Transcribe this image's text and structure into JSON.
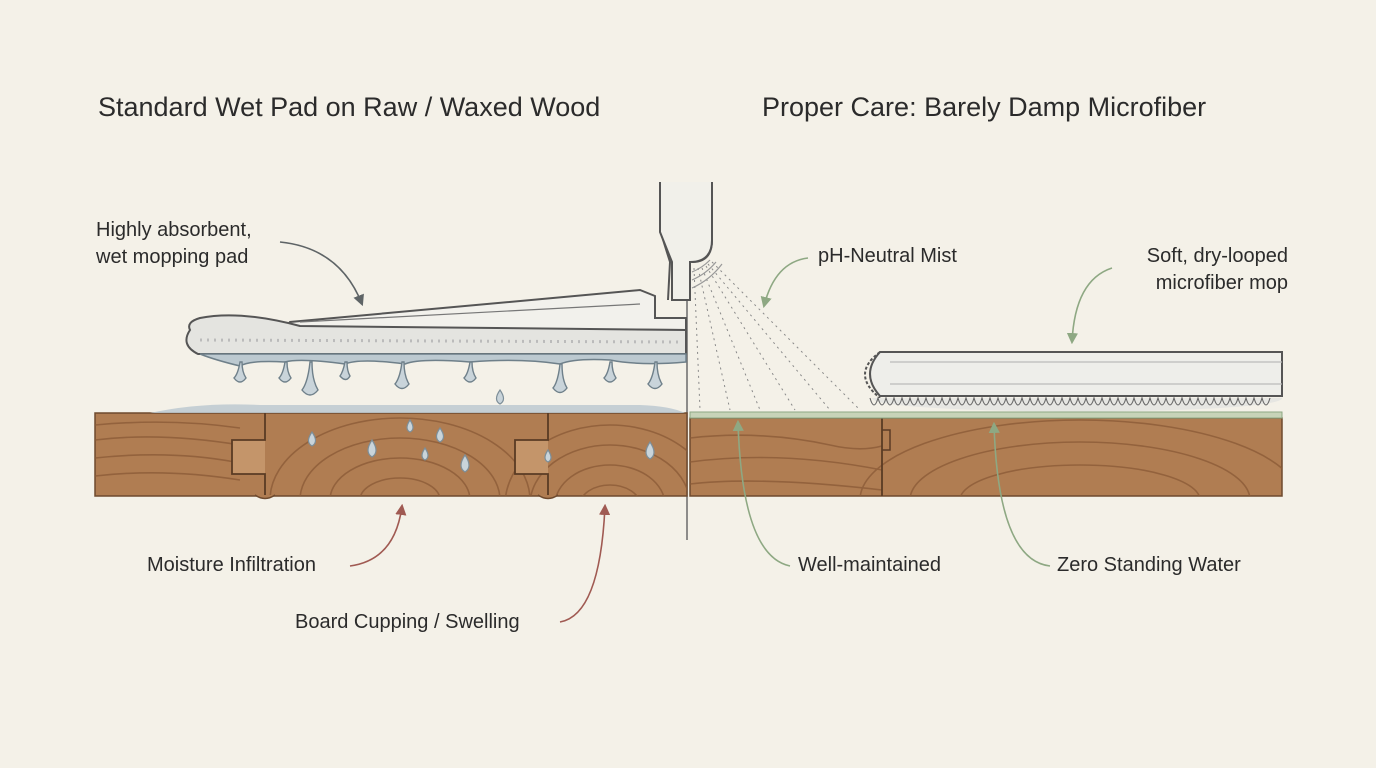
{
  "left_panel": {
    "title": "Standard Wet Pad on Raw / Waxed Wood",
    "labels": {
      "pad_line1": "Highly absorbent,",
      "pad_line2": "wet mopping pad",
      "moisture": "Moisture Infiltration",
      "cupping": "Board Cupping / Swelling"
    }
  },
  "right_panel": {
    "title": "Proper Care: Barely Damp Microfiber",
    "labels": {
      "mist": "pH-Neutral Mist",
      "mop_line1": "Soft, dry-looped",
      "mop_line2": "microfiber mop",
      "maintained": "Well-maintained",
      "zero_water": "Zero Standing Water"
    }
  },
  "colors": {
    "background": "#f4f1e8",
    "wood": "#b07d52",
    "wood_grain": "#8a5a36",
    "water": "#bcc9d0",
    "pad": "#e4e4e0",
    "problem_arrow": "#a05a52",
    "good_arrow": "#8ea883",
    "neutral_arrow": "#5e6466"
  }
}
